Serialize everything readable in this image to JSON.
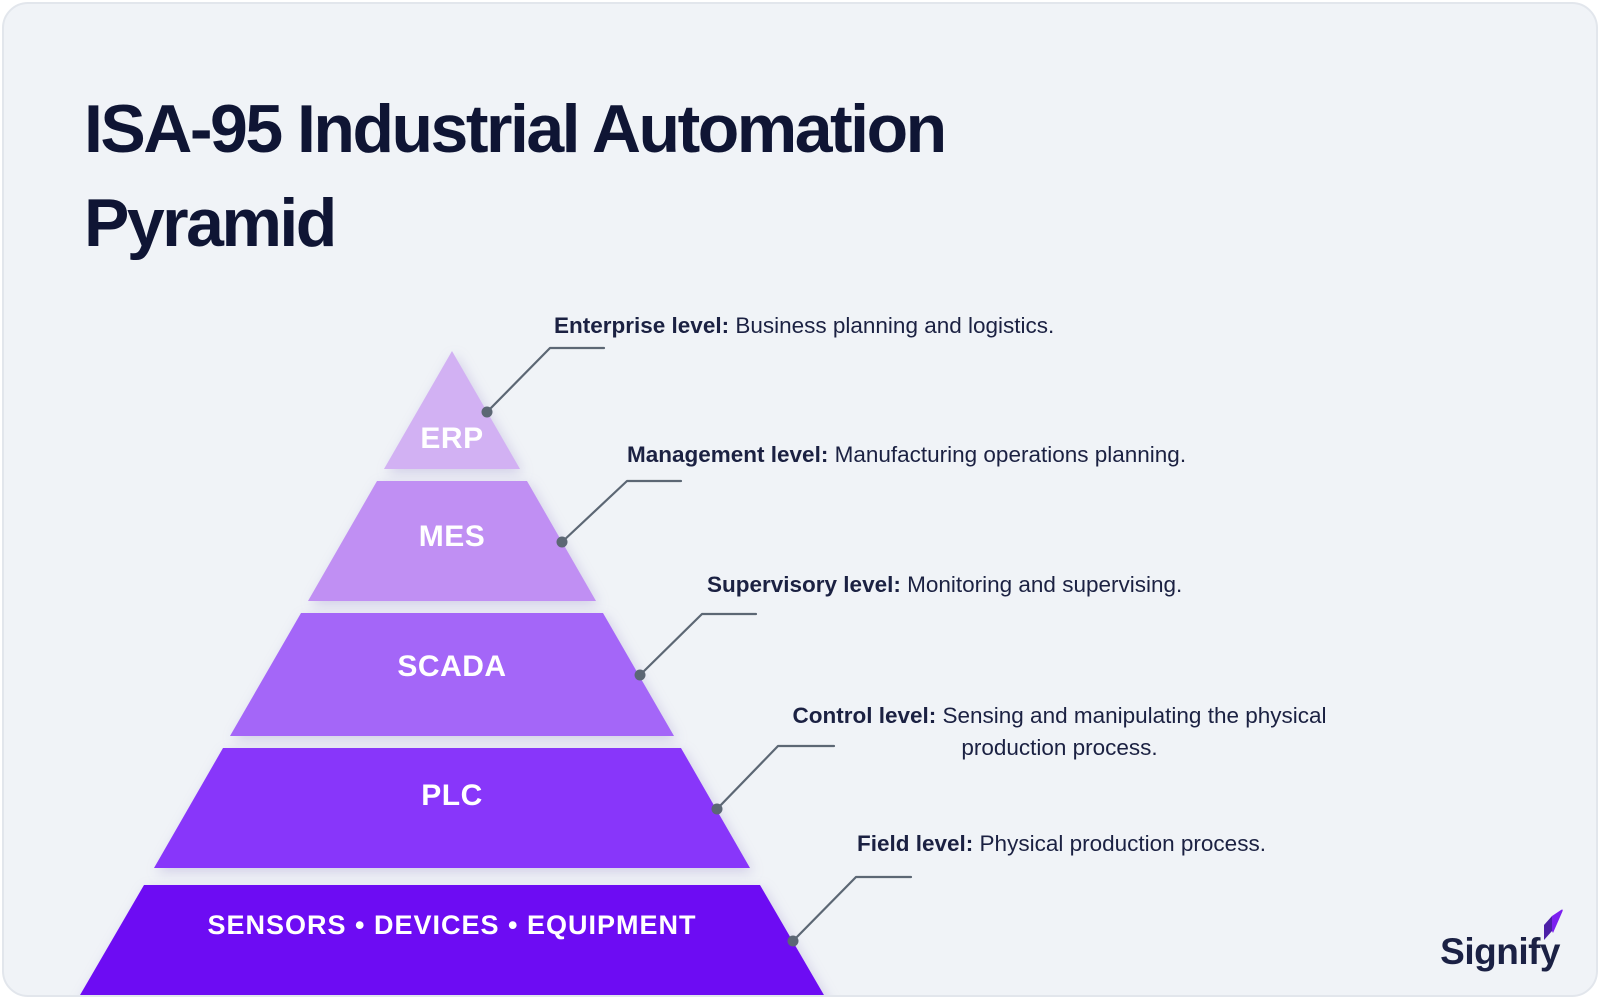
{
  "title": "ISA-95 Industrial Automation Pyramid",
  "colors": {
    "background": "#f0f3f7",
    "title_text": "#0f1534",
    "annotation_text": "#1b2142",
    "connector": "#5c6774",
    "level_label_text": "#ffffff"
  },
  "pyramid": {
    "levels": [
      {
        "label": "ERP",
        "color": "#d2b1f3"
      },
      {
        "label": "MES",
        "color": "#c08ff3"
      },
      {
        "label": "SCADA",
        "color": "#a466f8"
      },
      {
        "label": "PLC",
        "color": "#8836fa"
      },
      {
        "label": "SENSORS • DEVICES • EQUIPMENT",
        "color": "#6d0cf3"
      }
    ]
  },
  "annotations": [
    {
      "label": "Enterprise level:",
      "text": " Business planning and logistics."
    },
    {
      "label": "Management level:",
      "text": " Manufacturing operations planning."
    },
    {
      "label": "Supervisory level:",
      "text": " Monitoring and supervising."
    },
    {
      "label": "Control level:",
      "text": " Sensing and manipulating the physical production process."
    },
    {
      "label": "Field level:",
      "text": " Physical production process."
    }
  ],
  "brand": {
    "logo_text": "Signify",
    "icon": "signify-flame-icon",
    "icon_color_dark": "#4c1fa6",
    "icon_color_bright": "#7c1ff0"
  }
}
